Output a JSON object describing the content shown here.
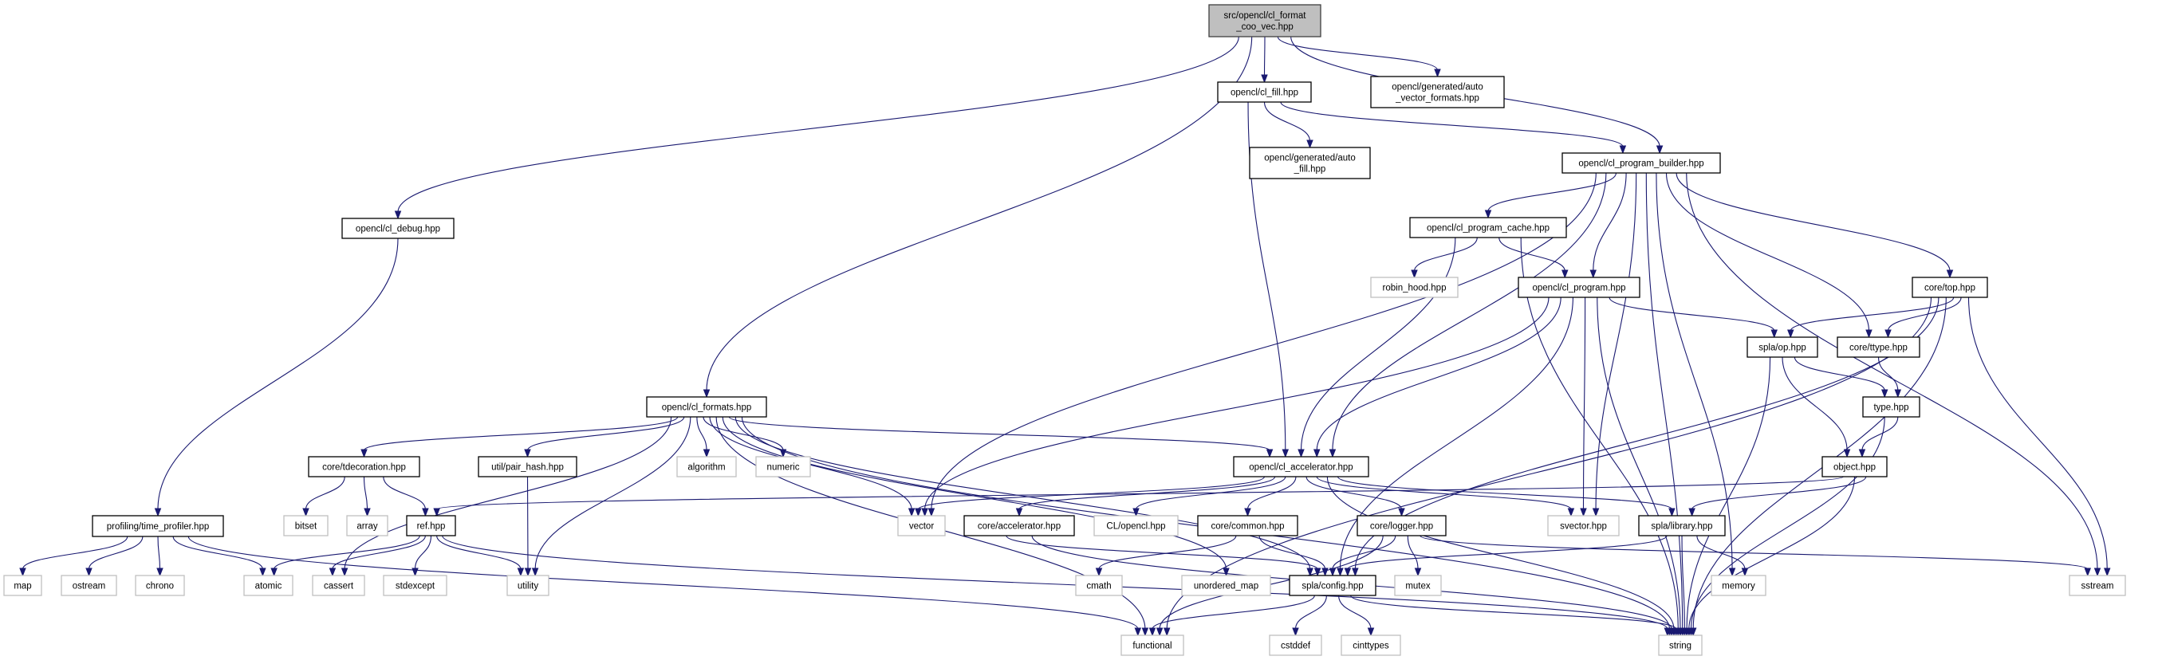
{
  "graph": {
    "type": "include-dependency-graph",
    "colors": {
      "edge": "#191970",
      "root_fill": "#bfbfbf",
      "documented_border": "#000000",
      "external_border": "#c0c0c0"
    },
    "nodes": [
      {
        "id": "root",
        "label": "src/opencl/cl_format\n_coo_vec.hpp",
        "kind": "root"
      },
      {
        "id": "cl_debug",
        "label": "opencl/cl_debug.hpp",
        "kind": "documented"
      },
      {
        "id": "cl_formats",
        "label": "opencl/cl_formats.hpp",
        "kind": "documented"
      },
      {
        "id": "cl_fill",
        "label": "opencl/cl_fill.hpp",
        "kind": "documented"
      },
      {
        "id": "auto_vector_formats",
        "label": "opencl/generated/auto\n_vector_formats.hpp",
        "kind": "documented"
      },
      {
        "id": "auto_fill",
        "label": "opencl/generated/auto\n_fill.hpp",
        "kind": "documented"
      },
      {
        "id": "cl_program_builder",
        "label": "opencl/cl_program_builder.hpp",
        "kind": "documented"
      },
      {
        "id": "cl_program_cache",
        "label": "opencl/cl_program_cache.hpp",
        "kind": "documented"
      },
      {
        "id": "robin_hood",
        "label": "robin_hood.hpp",
        "kind": "external"
      },
      {
        "id": "cl_program",
        "label": "opencl/cl_program.hpp",
        "kind": "documented"
      },
      {
        "id": "core_top",
        "label": "core/top.hpp",
        "kind": "documented"
      },
      {
        "id": "spla_op",
        "label": "spla/op.hpp",
        "kind": "documented"
      },
      {
        "id": "core_ttype",
        "label": "core/ttype.hpp",
        "kind": "documented"
      },
      {
        "id": "type",
        "label": "type.hpp",
        "kind": "documented"
      },
      {
        "id": "object",
        "label": "object.hpp",
        "kind": "documented"
      },
      {
        "id": "time_profiler",
        "label": "profiling/time_profiler.hpp",
        "kind": "documented"
      },
      {
        "id": "tdecoration",
        "label": "core/tdecoration.hpp",
        "kind": "documented"
      },
      {
        "id": "pair_hash",
        "label": "util/pair_hash.hpp",
        "kind": "documented"
      },
      {
        "id": "algorithm",
        "label": "algorithm",
        "kind": "external"
      },
      {
        "id": "numeric",
        "label": "numeric",
        "kind": "external"
      },
      {
        "id": "cl_accelerator",
        "label": "opencl/cl_accelerator.hpp",
        "kind": "documented"
      },
      {
        "id": "bitset",
        "label": "bitset",
        "kind": "external"
      },
      {
        "id": "array",
        "label": "array",
        "kind": "external"
      },
      {
        "id": "ref",
        "label": "ref.hpp",
        "kind": "documented"
      },
      {
        "id": "vector",
        "label": "vector",
        "kind": "external"
      },
      {
        "id": "core_accelerator",
        "label": "core/accelerator.hpp",
        "kind": "documented"
      },
      {
        "id": "cl_opencl",
        "label": "CL/opencl.hpp",
        "kind": "external"
      },
      {
        "id": "core_common",
        "label": "core/common.hpp",
        "kind": "documented"
      },
      {
        "id": "core_logger",
        "label": "core/logger.hpp",
        "kind": "documented"
      },
      {
        "id": "svector",
        "label": "svector.hpp",
        "kind": "external"
      },
      {
        "id": "spla_library",
        "label": "spla/library.hpp",
        "kind": "documented"
      },
      {
        "id": "map",
        "label": "map",
        "kind": "external"
      },
      {
        "id": "ostream",
        "label": "ostream",
        "kind": "external"
      },
      {
        "id": "chrono",
        "label": "chrono",
        "kind": "external"
      },
      {
        "id": "atomic",
        "label": "atomic",
        "kind": "external"
      },
      {
        "id": "cassert",
        "label": "cassert",
        "kind": "external"
      },
      {
        "id": "stdexcept",
        "label": "stdexcept",
        "kind": "external"
      },
      {
        "id": "utility",
        "label": "utility",
        "kind": "external"
      },
      {
        "id": "cmath",
        "label": "cmath",
        "kind": "external"
      },
      {
        "id": "unordered_map",
        "label": "unordered_map",
        "kind": "external"
      },
      {
        "id": "spla_config",
        "label": "spla/config.hpp",
        "kind": "documented"
      },
      {
        "id": "mutex",
        "label": "mutex",
        "kind": "external"
      },
      {
        "id": "memory",
        "label": "memory",
        "kind": "external"
      },
      {
        "id": "sstream",
        "label": "sstream",
        "kind": "external"
      },
      {
        "id": "functional",
        "label": "functional",
        "kind": "external"
      },
      {
        "id": "cstddef",
        "label": "cstddef",
        "kind": "external"
      },
      {
        "id": "cinttypes",
        "label": "cinttypes",
        "kind": "external"
      },
      {
        "id": "string",
        "label": "string",
        "kind": "external"
      }
    ],
    "edges": [
      [
        "root",
        "cl_debug"
      ],
      [
        "root",
        "cl_formats"
      ],
      [
        "root",
        "cl_fill"
      ],
      [
        "root",
        "cl_program_builder"
      ],
      [
        "root",
        "auto_vector_formats"
      ],
      [
        "cl_fill",
        "auto_fill"
      ],
      [
        "cl_fill",
        "cl_accelerator"
      ],
      [
        "cl_fill",
        "cl_program_builder"
      ],
      [
        "cl_debug",
        "time_profiler"
      ],
      [
        "time_profiler",
        "map"
      ],
      [
        "time_profiler",
        "ostream"
      ],
      [
        "time_profiler",
        "chrono"
      ],
      [
        "time_profiler",
        "atomic"
      ],
      [
        "time_profiler",
        "functional"
      ],
      [
        "cl_formats",
        "tdecoration"
      ],
      [
        "cl_formats",
        "pair_hash"
      ],
      [
        "cl_formats",
        "algorithm"
      ],
      [
        "cl_formats",
        "numeric"
      ],
      [
        "cl_formats",
        "vector"
      ],
      [
        "cl_formats",
        "cl_accelerator"
      ],
      [
        "cl_formats",
        "cassert"
      ],
      [
        "cl_formats",
        "utility"
      ],
      [
        "cl_formats",
        "functional"
      ],
      [
        "cl_formats",
        "string"
      ],
      [
        "cl_formats",
        "unordered_map"
      ],
      [
        "cl_formats",
        "spla_config"
      ],
      [
        "tdecoration",
        "bitset"
      ],
      [
        "tdecoration",
        "array"
      ],
      [
        "tdecoration",
        "ref"
      ],
      [
        "pair_hash",
        "utility"
      ],
      [
        "ref",
        "atomic"
      ],
      [
        "ref",
        "cassert"
      ],
      [
        "ref",
        "stdexcept"
      ],
      [
        "ref",
        "utility"
      ],
      [
        "ref",
        "string"
      ],
      [
        "cl_accelerator",
        "vector"
      ],
      [
        "cl_accelerator",
        "core_accelerator"
      ],
      [
        "cl_accelerator",
        "cl_opencl"
      ],
      [
        "cl_accelerator",
        "core_common"
      ],
      [
        "cl_accelerator",
        "core_logger"
      ],
      [
        "cl_accelerator",
        "svector"
      ],
      [
        "cl_accelerator",
        "spla_library"
      ],
      [
        "cl_accelerator",
        "string"
      ],
      [
        "cl_program_builder",
        "cl_program_cache"
      ],
      [
        "cl_program_builder",
        "cl_program"
      ],
      [
        "cl_program_builder",
        "cl_accelerator"
      ],
      [
        "cl_program_builder",
        "vector"
      ],
      [
        "cl_program_builder",
        "svector"
      ],
      [
        "cl_program_builder",
        "memory"
      ],
      [
        "cl_program_builder",
        "core_ttype"
      ],
      [
        "cl_program_builder",
        "core_top"
      ],
      [
        "cl_program_builder",
        "sstream"
      ],
      [
        "cl_program_builder",
        "string"
      ],
      [
        "cl_program_cache",
        "robin_hood"
      ],
      [
        "cl_program_cache",
        "cl_program"
      ],
      [
        "cl_program_cache",
        "cl_accelerator"
      ],
      [
        "cl_program_cache",
        "string"
      ],
      [
        "cl_program",
        "vector"
      ],
      [
        "cl_program",
        "cl_accelerator"
      ],
      [
        "cl_program",
        "spla_config"
      ],
      [
        "cl_program",
        "svector"
      ],
      [
        "cl_program",
        "string"
      ],
      [
        "cl_program",
        "spla_op"
      ],
      [
        "core_top",
        "spla_op"
      ],
      [
        "core_top",
        "core_ttype"
      ],
      [
        "core_top",
        "sstream"
      ],
      [
        "core_top",
        "string"
      ],
      [
        "core_top",
        "functional"
      ],
      [
        "core_top",
        "spla_config"
      ],
      [
        "spla_op",
        "type"
      ],
      [
        "spla_op",
        "object"
      ],
      [
        "spla_op",
        "string"
      ],
      [
        "core_ttype",
        "type"
      ],
      [
        "type",
        "object"
      ],
      [
        "type",
        "string"
      ],
      [
        "object",
        "ref"
      ],
      [
        "object",
        "spla_library"
      ],
      [
        "object",
        "string"
      ],
      [
        "spla_library",
        "spla_config"
      ],
      [
        "spla_library",
        "memory"
      ],
      [
        "spla_library",
        "string"
      ],
      [
        "core_accelerator",
        "spla_config"
      ],
      [
        "core_accelerator",
        "string"
      ],
      [
        "core_common",
        "cmath"
      ],
      [
        "core_common",
        "spla_config"
      ],
      [
        "core_logger",
        "functional"
      ],
      [
        "core_logger",
        "spla_config"
      ],
      [
        "core_logger",
        "mutex"
      ],
      [
        "core_logger",
        "sstream"
      ],
      [
        "spla_config",
        "functional"
      ],
      [
        "spla_config",
        "cstddef"
      ],
      [
        "spla_config",
        "cinttypes"
      ],
      [
        "spla_config",
        "string"
      ]
    ]
  }
}
